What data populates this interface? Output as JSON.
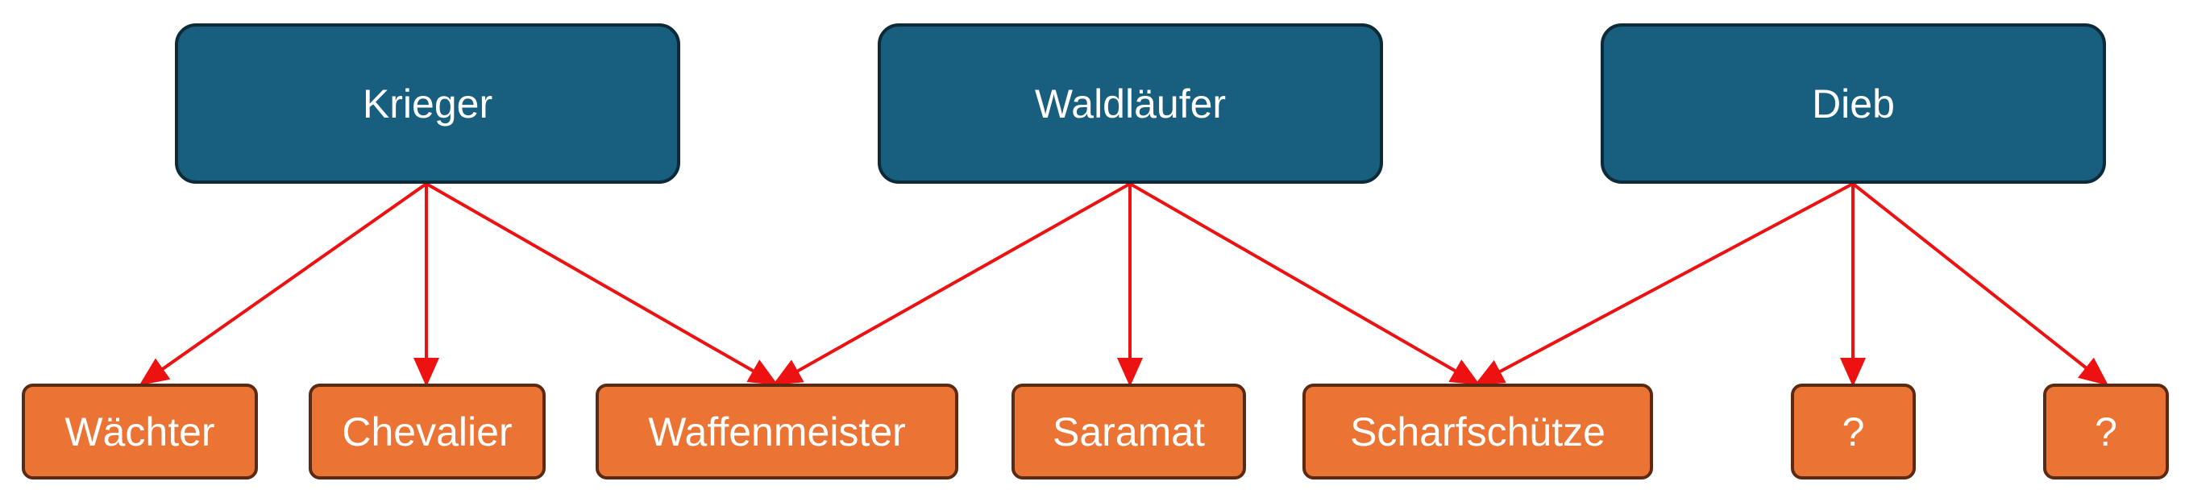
{
  "diagram": {
    "parents": [
      {
        "id": "krieger",
        "label": "Krieger"
      },
      {
        "id": "waldlaeufer",
        "label": "Waldläufer"
      },
      {
        "id": "dieb",
        "label": "Dieb"
      }
    ],
    "children": [
      {
        "id": "waechter",
        "label": "Wächter"
      },
      {
        "id": "chevalier",
        "label": "Chevalier"
      },
      {
        "id": "waffenmeister",
        "label": "Waffenmeister"
      },
      {
        "id": "saramat",
        "label": "Saramat"
      },
      {
        "id": "scharfschuetze",
        "label": "Scharfschütze"
      },
      {
        "id": "unknown1",
        "label": "?"
      },
      {
        "id": "unknown2",
        "label": "?"
      }
    ],
    "edges": [
      {
        "from": "krieger",
        "to": "waechter"
      },
      {
        "from": "krieger",
        "to": "chevalier"
      },
      {
        "from": "krieger",
        "to": "waffenmeister"
      },
      {
        "from": "waldlaeufer",
        "to": "waffenmeister"
      },
      {
        "from": "waldlaeufer",
        "to": "saramat"
      },
      {
        "from": "waldlaeufer",
        "to": "scharfschuetze"
      },
      {
        "from": "dieb",
        "to": "scharfschuetze"
      },
      {
        "from": "dieb",
        "to": "unknown1"
      },
      {
        "from": "dieb",
        "to": "unknown2"
      }
    ],
    "colors": {
      "parent_fill": "#185e7f",
      "parent_border": "#0d2a38",
      "child_fill": "#eb7333",
      "child_border": "#5a2a12",
      "edge": "#ee1111",
      "text": "#ffffff"
    }
  }
}
